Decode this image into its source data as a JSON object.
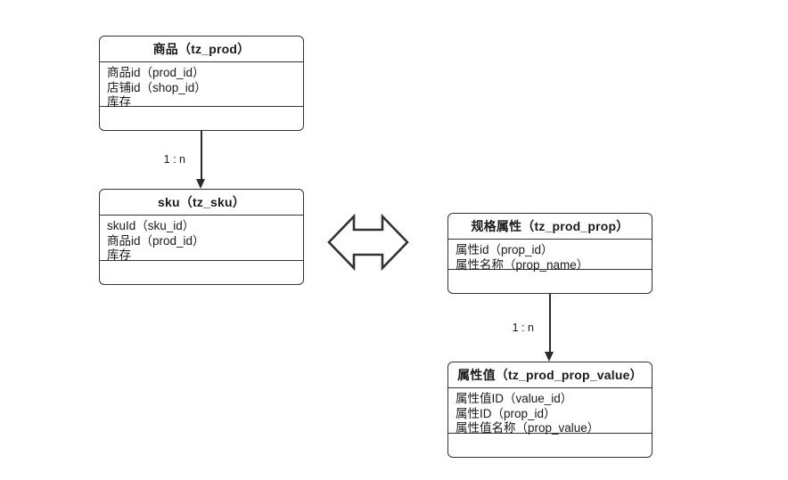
{
  "diagram": {
    "title": "",
    "background_color": "#ffffff",
    "line_color": "#333333",
    "text_color": "#1a1a1a"
  },
  "entities": [
    {
      "id": "tz_prod",
      "title": "商品（tz_prod）",
      "attributes": [
        "商品id（prod_id）",
        "店铺id（shop_id）",
        "库存"
      ],
      "footer": ""
    },
    {
      "id": "tz_sku",
      "title": "sku（tz_sku）",
      "attributes": [
        "skuId（sku_id）",
        "商品id（prod_id）",
        "库存"
      ],
      "footer": ""
    },
    {
      "id": "tz_prod_prop",
      "title": "规格属性（tz_prod_prop）",
      "attributes": [
        "属性id（prop_id）",
        "属性名称（prop_name）"
      ],
      "footer": ""
    },
    {
      "id": "tz_prod_prop_value",
      "title": "属性值（tz_prod_prop_value）",
      "attributes": [
        "属性值ID（value_id）",
        "属性ID（prop_id）",
        "属性值名称（prop_value）"
      ],
      "footer": ""
    }
  ],
  "relations": [
    {
      "id": "prod-to-sku",
      "label": "1 : n",
      "from": "tz_prod",
      "to": "tz_sku"
    },
    {
      "id": "prop-to-prop-value",
      "label": "1 : n",
      "from": "tz_prod_prop",
      "to": "tz_prod_prop_value"
    }
  ],
  "double_arrow": {
    "id": "sku-prop-link",
    "label": ""
  }
}
